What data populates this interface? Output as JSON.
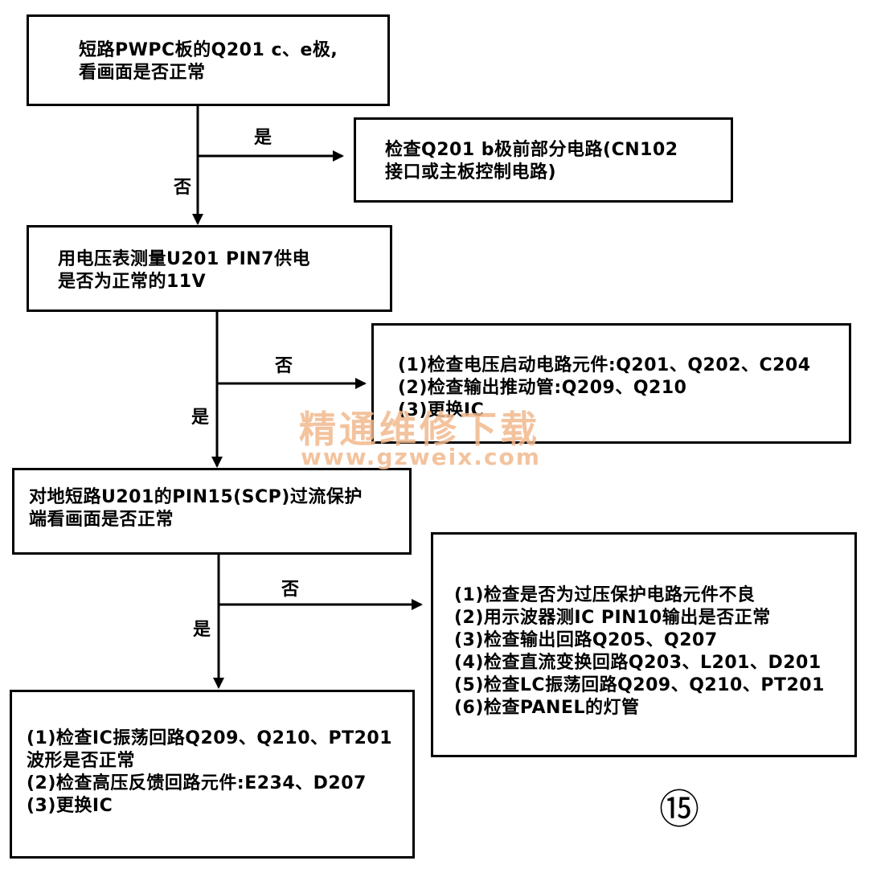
{
  "nodes": {
    "n1": {
      "lines": [
        "短路PWPC板的Q201 c、e极,",
        "看画面是否正常"
      ]
    },
    "n2": {
      "lines": [
        "检查Q201 b极前部分电路(CN102",
        "接口或主板控制电路)"
      ]
    },
    "n3": {
      "lines": [
        "用电压表测量U201 PIN7供电",
        "是否为正常的11V"
      ]
    },
    "n4": {
      "lines": [
        "(1)检查电压启动电路元件:Q201、Q202、C204",
        "(2)检查输出推动管:Q209、Q210",
        "(3)更换IC"
      ]
    },
    "n5": {
      "lines": [
        "对地短路U201的PIN15(SCP)过流保护",
        "端看画面是否正常"
      ]
    },
    "n6": {
      "lines": [
        "(1)检查是否为过压保护电路元件不良",
        "(2)用示波器测IC PIN10输出是否正常",
        "(3)检查输出回路Q205、Q207",
        "(4)检查直流变换回路Q203、L201、D201",
        "(5)检查LC振荡回路Q209、Q210、PT201",
        "(6)检查PANEL的灯管"
      ]
    },
    "n7": {
      "lines": [
        "(1)检查IC振荡回路Q209、Q210、PT201",
        "波形是否正常",
        "(2)检查高压反馈回路元件:E234、D207",
        "(3)更换IC"
      ]
    }
  },
  "edges": {
    "e1": {
      "label": "是"
    },
    "e2": {
      "label": "否"
    },
    "e3": {
      "label": "否"
    },
    "e4": {
      "label": "是"
    },
    "e5": {
      "label": "否"
    },
    "e6": {
      "label": "是"
    }
  },
  "watermark": {
    "line1": "精通维修下载",
    "line2": "www.gzweix.com"
  },
  "page_number": "⑮"
}
